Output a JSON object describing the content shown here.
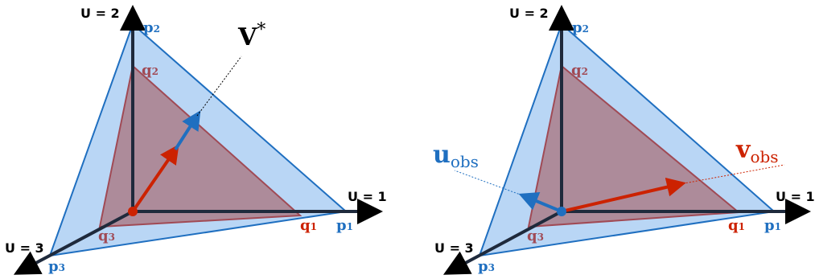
{
  "colors": {
    "axis": "#1f2a3c",
    "p_fill": "#b9d6f5",
    "p_stroke": "#1f6fc0",
    "q_fill": "#ad8b9a",
    "q_stroke": "#a04a55",
    "red": "#cc2200",
    "blue": "#1f6fc0"
  },
  "left": {
    "axes": {
      "u1": "U = 1",
      "u2": "U = 2",
      "u3": "U = 3"
    },
    "points": {
      "p1": {
        "base": "p",
        "sub": "1"
      },
      "p2": {
        "base": "p",
        "sub": "2"
      },
      "p3": {
        "base": "p",
        "sub": "3"
      },
      "q1": {
        "base": "q",
        "sub": "1"
      },
      "q2": {
        "base": "q",
        "sub": "2"
      },
      "q3": {
        "base": "q",
        "sub": "3"
      }
    },
    "vector_label": {
      "base": "V",
      "sup": "*"
    }
  },
  "right": {
    "axes": {
      "u1": "U = 1",
      "u2": "U = 2",
      "u3": "U = 3"
    },
    "points": {
      "p1": {
        "base": "p",
        "sub": "1"
      },
      "p2": {
        "base": "p",
        "sub": "2"
      },
      "p3": {
        "base": "p",
        "sub": "3"
      },
      "q1": {
        "base": "q",
        "sub": "1"
      },
      "q2": {
        "base": "q",
        "sub": "2"
      },
      "q3": {
        "base": "q",
        "sub": "3"
      }
    },
    "u_label": {
      "base": "u",
      "sub": "obs"
    },
    "v_label": {
      "base": "v",
      "sub": "obs"
    }
  }
}
